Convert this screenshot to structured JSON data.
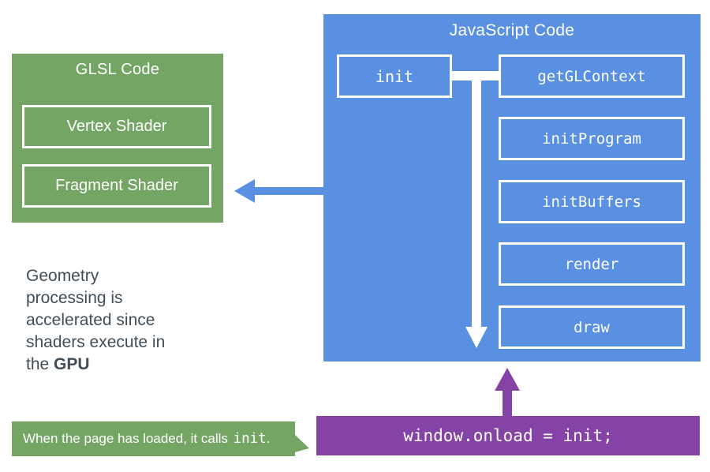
{
  "colors": {
    "box_blue": "#5A90E2",
    "box_green": "#74A565",
    "box_purple": "#8643A6",
    "note_text": "#414D57",
    "connector_white": "#FFFFFF"
  },
  "glsl_panel": {
    "title": "GLSL Code",
    "shaders": [
      "Vertex Shader",
      "Fragment Shader"
    ]
  },
  "js_panel": {
    "title": "JavaScript Code",
    "entry_function": "init",
    "called_functions": [
      "getGLContext",
      "initProgram",
      "initBuffers",
      "render",
      "draw"
    ]
  },
  "gpu_note": {
    "lines": [
      "Geometry",
      "processing is",
      "accelerated since",
      "shaders execute in"
    ],
    "last_line_prefix": "the",
    "last_line_bold": "GPU"
  },
  "onload_box": {
    "code": "window.onload = init;"
  },
  "banner": {
    "prefix": "When the page has loaded, it calls",
    "code": "init",
    "suffix": "."
  },
  "arrows": {
    "left_arrow": "js-to-glsl-arrow",
    "down_arrow": "init-call-sequence-arrow",
    "up_arrow": "onload-to-js-arrow"
  }
}
